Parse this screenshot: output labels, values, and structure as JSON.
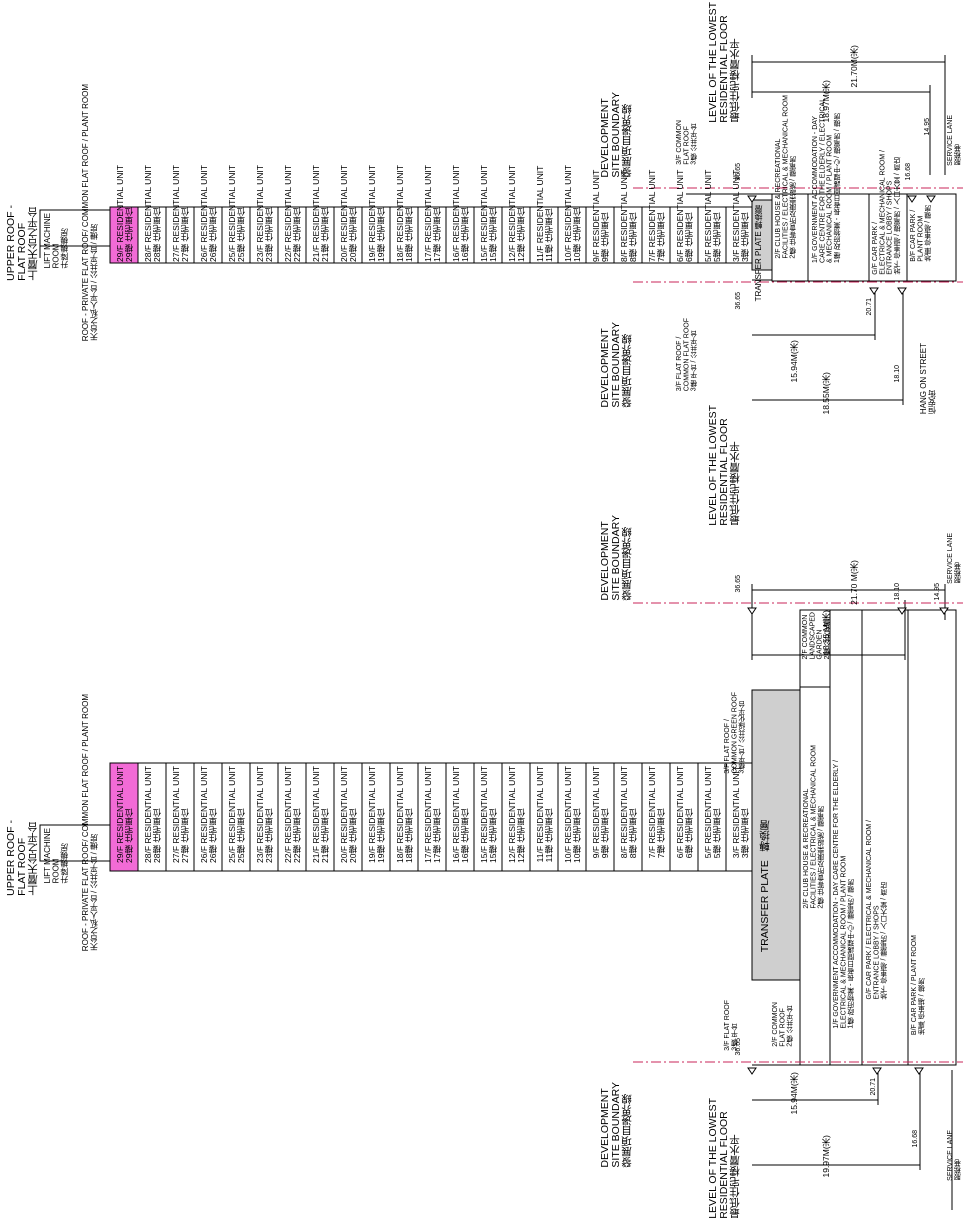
{
  "section_a": {
    "upper_roof": "UPPER ROOF -\nFLAT ROOF\n上層天台之平台",
    "lift_machine_room": "LIFT MACHINE\nROOM\n升降機機房",
    "roof": "ROOF - PRIVATE FLAT ROOF/ COMMON FLAT ROOF / PLANT ROOM\n天台之私人平台 / 公共平台 / 機房",
    "floors": [
      "29/F RESIDENTIAL UNIT\n29樓 住宅單位",
      "28/F RESIDENTIAL UNIT\n28樓 住宅單位",
      "27/F RESIDENTIAL UNIT\n27樓 住宅單位",
      "26/F RESIDENTIAL UNIT\n26樓 住宅單位",
      "25/F RESIDENTIAL UNIT\n25樓 住宅單位",
      "23/F RESIDENTIAL UNIT\n23樓 住宅單位",
      "22/F RESIDENTIAL UNIT\n22樓 住宅單位",
      "21/F RESIDENTIAL UNIT\n21樓 住宅單位",
      "20/F RESIDENTIAL UNIT\n20樓 住宅單位",
      "19/F RESIDENTIAL UNIT\n19樓 住宅單位",
      "18/F RESIDENTIAL UNIT\n18樓 住宅單位",
      "17/F RESIDENTIAL UNIT\n17樓 住宅單位",
      "16/F RESIDENTIAL UNIT\n16樓 住宅單位",
      "15/F RESIDENTIAL UNIT\n15樓 住宅單位",
      "12/F RESIDENTIAL UNIT\n12樓 住宅單位",
      "11/F RESIDENTIAL UNIT\n11樓 住宅單位",
      "10/F RESIDENTIAL UNIT\n10樓 住宅單位",
      "9/F RESIDENTIAL UNIT\n9樓 住宅單位",
      "8/F RESIDENTIAL UNIT\n8樓 住宅單位",
      "7/F RESIDENTIAL UNIT\n7樓 住宅單位",
      "6/F RESIDENTIAL UNIT\n6樓 住宅單位",
      "5/F RESIDENTIAL UNIT\n5樓 住宅單位",
      "3/F RESIDENTIAL UNIT\n3樓 住宅單位"
    ],
    "development_boundary_top": "DEVELOPMENT\nSITE BOUNDARY\n發展項目邊界線",
    "common_flat_roof_3f": "3/F COMMON\nFLAT ROOF\n3樓 公共平台",
    "lowest_level_top": "LEVEL OF THE LOWEST\nRESIDENTIAL FLOOR\n最低住宅樓層水平",
    "dim_21_70": "21.70M(米)",
    "dim_18_97": "18.97M(米)",
    "transfer_plate": "TRANSFER PLATE 轉換層",
    "podium_2f": "2/F CLUB HOUSE & RECREATIONAL\nFACILITIES / ELECTRICAL & MECHANICAL ROOM\n2樓 住客會所及康樂設施 / 機電房",
    "podium_1f": "1/F GOVERNMENT ACCOMMODATION - DAY\nCARE CENTRE FOR THE ELDERLY / ELECTRICAL\n& MECHANICAL ROOM / PLANT ROOM\n1樓 政府物業 - 長者日間護理中心 / 機電房 / 機房",
    "podium_gf": "G/F CAR PARK /\nELECTRICAL & MECHANICAL ROOM /\nENTRANCE LOBBY / SHOPS\n地下 停車場 / 機電房 / 入口大堂 / 商店",
    "podium_bf": "B/F CAR PARK /\nPLANT ROOM\n地庫 停車場 / 機房",
    "service_lane": "SERVICE LANE\n服務巷",
    "lv_36_65": "36.65",
    "lv_16_68": "16.68",
    "lv_14_95": "14.95",
    "development_boundary_mid": "DEVELOPMENT\nSITE BOUNDARY\n發展項目邊界線",
    "flat_roof_3f": "3/F FLAT ROOF /\nCOMMON FLAT ROOF\n3樓 平台 / 公共平台",
    "lowest_level_mid": "LEVEL OF THE LOWEST\nRESIDENTIAL FLOOR\n最低住宅樓層水平",
    "dim_15_94": "15.94M(米)",
    "dim_18_55": "18.55M(米)",
    "lv_20_71": "20.71",
    "lv_18_10": "18.10",
    "hang_on_street": "HANG ON STREET\n恒安街"
  },
  "section_b": {
    "development_boundary": "DEVELOPMENT\nSITE BOUNDARY\n發展項目邊界線",
    "dim_21_70": "21.70 M(米)",
    "dim_18_55": "18.55 M(米)",
    "lv_36_65": "36.65",
    "lv_18_10": "18.10",
    "lv_14_95": "14.95",
    "service_lane": "SERVICE LANE\n服務巷",
    "upper_roof": "UPPER ROOF -\nFLAT ROOF\n上層天台之平台",
    "lift_machine_room": "LIFT MACHINE\nROOM\n升降機機房",
    "roof": "ROOF - PRIVATE FLAT ROOF/ COMMON FLAT ROOF / PLANT ROOM\n天台之私人平台 / 公共平台 / 機房",
    "common_landscaped": "2/F COMMON\nLANDSCAPED\nGARDEN\n2樓 公共花園",
    "green_roof": "3/F FLAT ROOF /\nCOMMON GREEN ROOF\n3樓平台 / 公共綠化平台",
    "transfer_plate": "TRANSFER PLATE   轉換層",
    "flat_roof_3f": "3/F FLAT ROOF\n3樓 平台",
    "common_flat_roof_2f": "2/F COMMON\nFLAT ROOF\n2樓 公共平台",
    "podium_2f": "2/F CLUB HOUSE & RECREATIONAL\nFACILITIES / ELECTRICAL & MECHANICAL ROOM\n2樓 住客會所及康樂設施 / 機電房",
    "podium_1f": "1/F GOVERNMENT ACCOMMODATION - DAY CARE CENTRE FOR THE ELDERLY /\nELECTRICAL & MECHANICAL ROOM / PLANT ROOM\n1樓 政府物業 - 長者日間護理中心 / 機電房 / 機房",
    "podium_gf": "G/F CAR PARK / ELECTRICAL & MECHANICAL ROOM /\nENTRANCE LOBBY / SHOPS\n地下 停車場 / 機電房 / 入口大堂 / 商店",
    "podium_bf": "B/F CAR PARK / PLANT ROOM\n地庫 停車場 / 機房",
    "lv_36_65b": "36.65",
    "lv_20_71": "20.71",
    "lv_16_68": "16.68",
    "dim_15_94": "15.94M(米)",
    "dim_19_97": "19.97M(米)",
    "development_boundary_bot": "DEVELOPMENT\nSITE BOUNDARY\n發展項目邊界線",
    "lowest_level_bot": "LEVEL OF THE LOWEST\nRESIDENTIAL FLOOR\n最低住宅樓層水平",
    "service_lane_bot": "SERVICE LANE\n服務巷"
  },
  "colors": {
    "highlight": "#f26bd6",
    "podium_fill": "#cfcfcf",
    "boundary": "#c8245a"
  }
}
